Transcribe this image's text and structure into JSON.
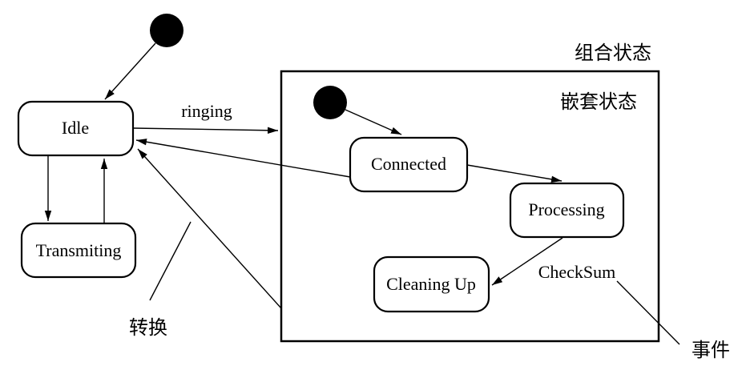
{
  "diagram": {
    "type": "uml-composite-state-diagram",
    "states": {
      "idle": {
        "label": "Idle"
      },
      "transmiting": {
        "label": "Transmiting"
      },
      "connected": {
        "label": "Connected"
      },
      "processing": {
        "label": "Processing"
      },
      "cleaning_up": {
        "label": "Cleaning Up"
      }
    },
    "transitions": {
      "ringing_label": "ringing",
      "checksum_label": "CheckSum"
    },
    "annotations": {
      "composite_state_label": "组合状态",
      "nested_state_label": "嵌套状态",
      "transition_label": "转换",
      "event_label": "事件"
    },
    "colors": {
      "stroke": "#000000",
      "fill": "#ffffff"
    }
  }
}
